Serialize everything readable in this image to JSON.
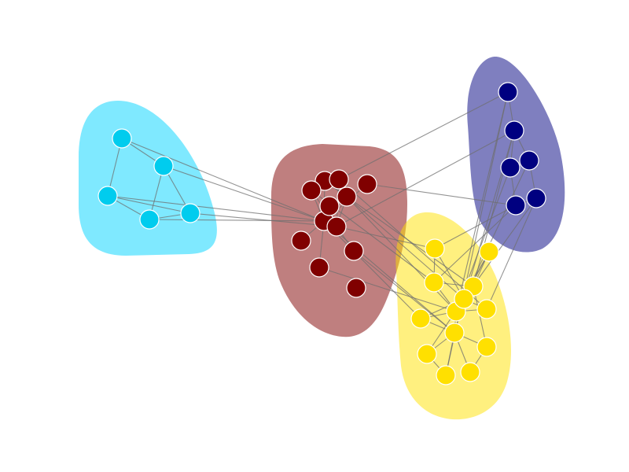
{
  "colors": {
    "background": "#ffffff",
    "edge": "#6f6f6f",
    "node_stroke": "#ffffff"
  },
  "clusters": [
    {
      "id": "cyan",
      "name": "cluster-cyan",
      "fill": "#00d4ff",
      "fill_opacity": 0.5,
      "node_color": "#00ccee"
    },
    {
      "id": "maroon",
      "name": "cluster-maroon",
      "fill": "#7f0000",
      "fill_opacity": 0.5,
      "node_color": "#800000"
    },
    {
      "id": "navy",
      "name": "cluster-navy",
      "fill": "#000080",
      "fill_opacity": 0.5,
      "node_color": "#000080"
    },
    {
      "id": "yellow",
      "name": "cluster-yellow",
      "fill": "#ffe100",
      "fill_opacity": 0.5,
      "node_color": "#ffe000"
    }
  ],
  "node_counts": {
    "cyan": 5,
    "maroon": 12,
    "navy": 6,
    "yellow": 13
  }
}
